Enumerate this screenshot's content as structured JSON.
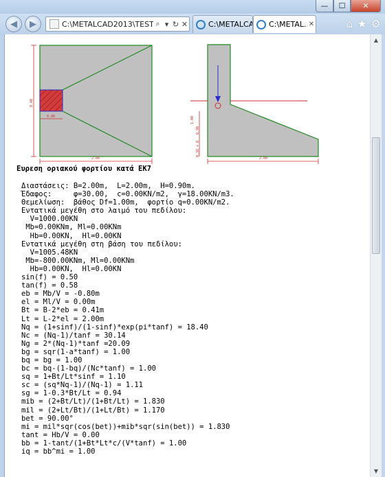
{
  "window": {
    "min_glyph": "—",
    "max_glyph": "☐",
    "close_glyph": "✕"
  },
  "nav": {
    "back_glyph": "◀",
    "forward_glyph": "▶",
    "address": "C:\\METALCAD2013\\TEST",
    "search_glyph": "⌕",
    "dropdown_glyph": "▾",
    "refresh_glyph": "↻",
    "stop_glyph": "✕",
    "tabs": [
      {
        "label": "C:\\METALCA...",
        "close_glyph": "✕"
      },
      {
        "label": "C:\\METAL...",
        "close_glyph": "✕"
      }
    ],
    "tools": {
      "home_glyph": "⌂",
      "star_glyph": "★",
      "gear_glyph": "⚙"
    }
  },
  "drawing": {
    "plan_dim_width": "2.00",
    "plan_dim_column": "0.40",
    "plan_dim_column_side": "0.40",
    "section_dim_total": "0.90",
    "section_dim_height": "0.38 + 0",
    "section_dim_top": "1.00",
    "section_dim_width": "2.00",
    "colors": {
      "slab": "#c0c0c0",
      "outline": "#1f8a1f",
      "column": "#d43c3c",
      "dim": "#d12b2b",
      "arrow": "#2b2bd1"
    }
  },
  "heading": "Ευρεση οριακού φορτίου κατά ΕΚ7",
  "report": [
    "Διαστάσεις: B=2.00m,  L=2.00m,  H=0.90m.",
    "Έδαφος:     φ=30.00,  c=0.00KN/m2,  γ=18.00KN/m3.",
    "Θεμελίωση:  βάθος Df=1.00m,  φορτίο q=0.00KN/m2.",
    "Εντατικά μεγέθη στο λαιμό του πεδίλου:",
    "  V=1000.00KN",
    " Mb=0.00KNm, Ml=0.00KNm",
    "  Hb=0.00KN,  Hl=0.00KN",
    "Εντατικά μεγέθη στη βάση του πεδίλου:",
    "  V=1005.48KN",
    " Mb=-800.00KNm, Ml=0.00KNm",
    "  Hb=0.00KN,  Hl=0.00KN",
    "sin(f) = 0.50",
    "tan(f) = 0.58",
    "eb = Mb/V = -0.80m",
    "el = Ml/V = 0.00m",
    "Bt = B-2*eb = 0.41m",
    "Lt = L-2*el = 2.00m",
    "Nq = (1+sinf)/(1-sinf)*exp(pi*tanf) = 18.40",
    "Nc = (Nq-1)/tanf = 30.14",
    "Ng = 2*(Nq-1)*tanf =20.09",
    "bg = sqr(1-a*tanf) = 1.00",
    "bq = bg = 1.00",
    "bc = bq-(1-bq)/(Nc*tanf) = 1.00",
    "sq = 1+Bt/Lt*sinf = 1.10",
    "sc = (sq*Nq-1)/(Nq-1) = 1.11",
    "sg = 1-0.3*Bt/Lt = 0.94",
    "mib = (2+Bt/Lt)/(1+Bt/Lt) = 1.830",
    "mil = (2+Lt/Bt)/(1+Lt/Bt) = 1.170",
    "bet = 90.00°",
    "mi = mil*sqr(cos(bet))+mib*sqr(sin(bet)) = 1.830",
    "tant = Hb/V = 0.00",
    "bb = 1-tant/(1+Bt*Lt*c/(V*tanf) = 1.00",
    "iq = bb^mi = 1.00"
  ]
}
